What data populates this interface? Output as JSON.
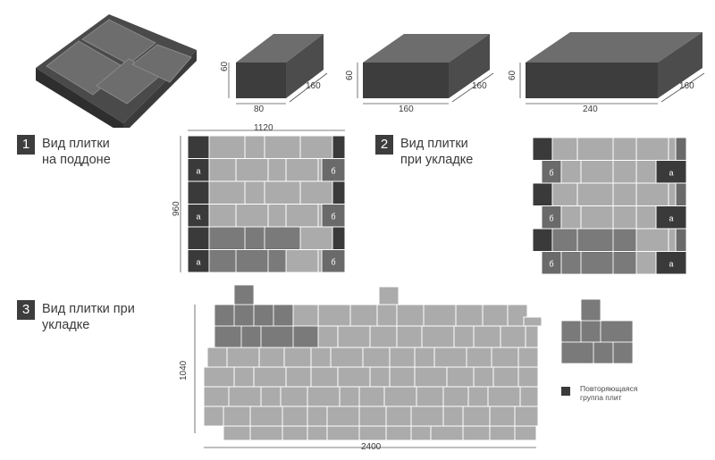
{
  "bricks": [
    {
      "width": "80",
      "height": "60",
      "depth": "160"
    },
    {
      "width": "160",
      "height": "60",
      "depth": "160"
    },
    {
      "width": "240",
      "height": "60",
      "depth": "160"
    }
  ],
  "steps": [
    {
      "number": "1",
      "label_line1": "Вид плитки",
      "label_line2": "на поддоне"
    },
    {
      "number": "2",
      "label_line1": "Вид плитки",
      "label_line2": "при укладке"
    },
    {
      "number": "3",
      "label_line1": "Вид плитки при",
      "label_line2": "укладке"
    }
  ],
  "pallet": {
    "width": "1120",
    "height": "960",
    "mark_a": "а",
    "mark_b": "б"
  },
  "layout": {
    "width": "2400",
    "height": "1040"
  },
  "legend": {
    "line1": "Повторяющаяся",
    "line2": "группа плит"
  },
  "colors": {
    "tile_light": "#ababab",
    "tile_dark": "#3a3a3a",
    "tile_mid": "#6a6a6a",
    "line": "#ffffff"
  }
}
